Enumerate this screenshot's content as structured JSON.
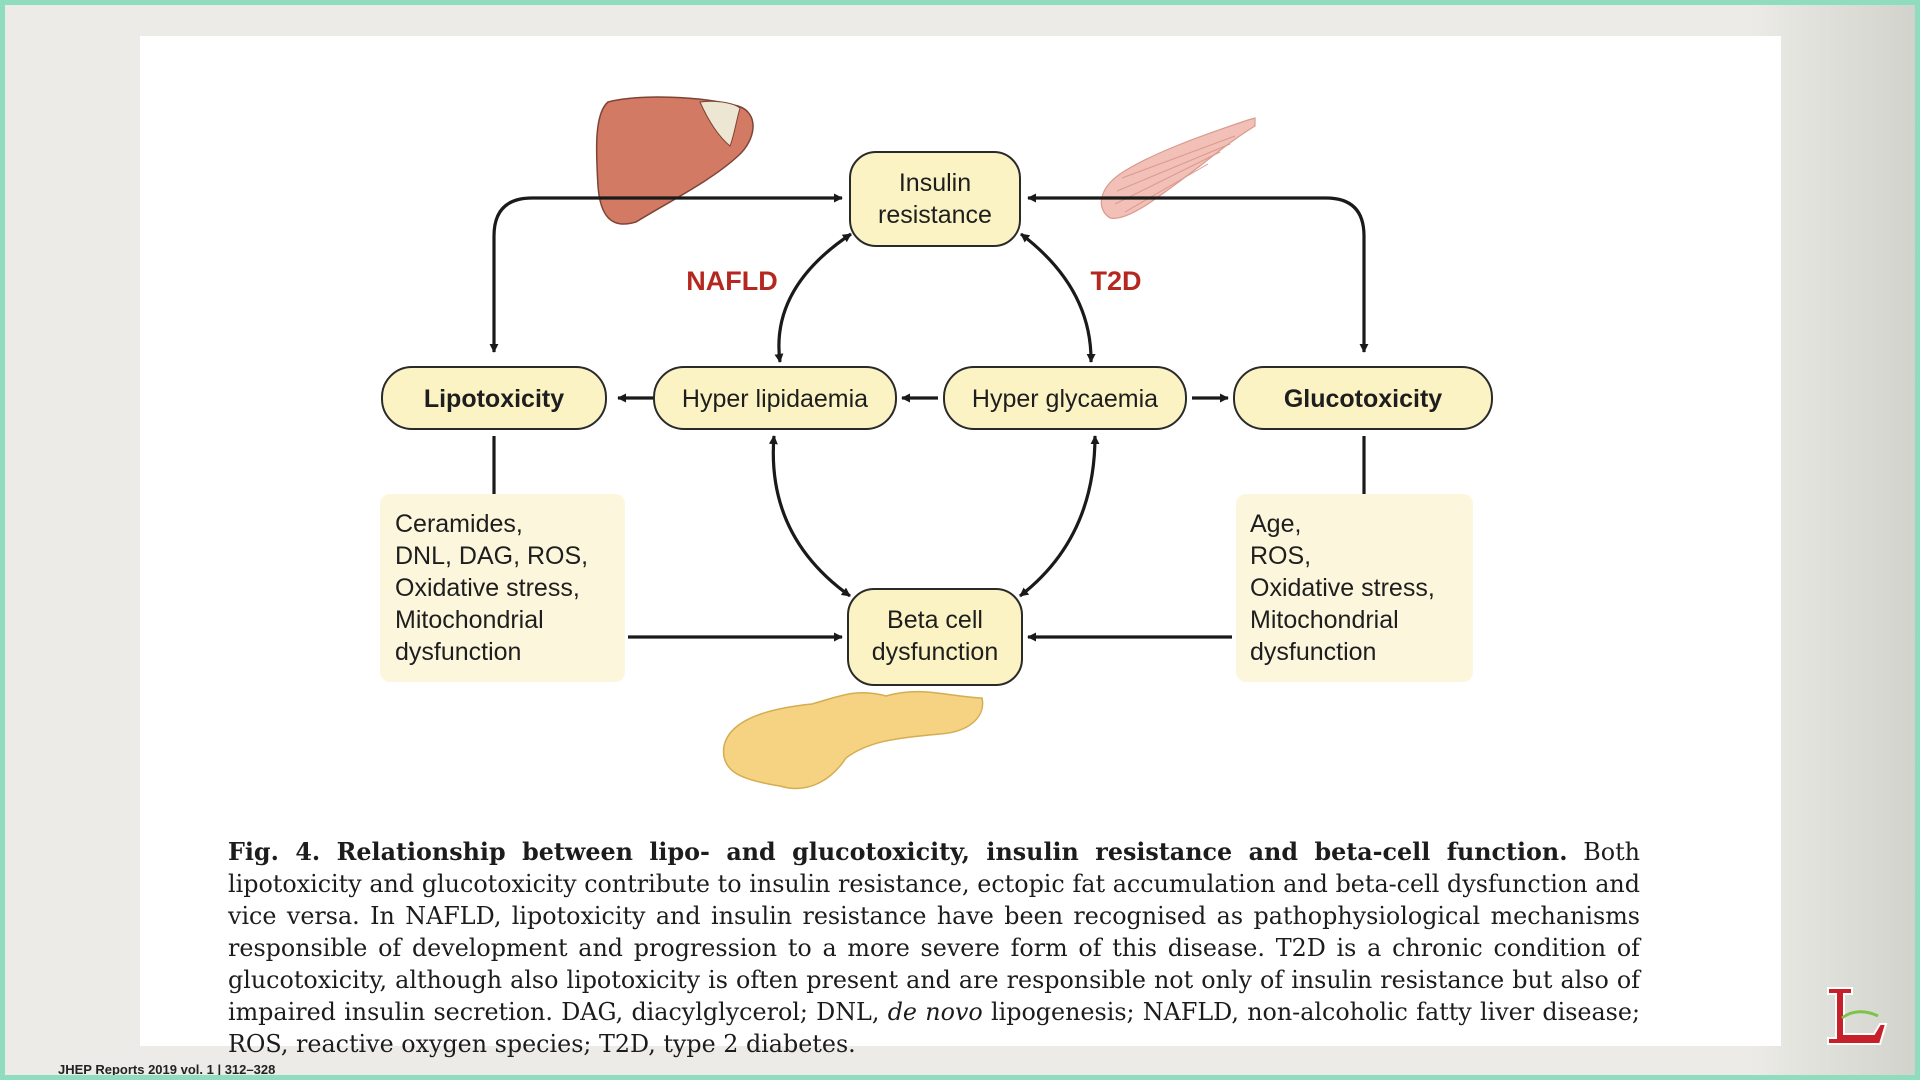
{
  "diagram": {
    "labels": {
      "nafld": "NAFLD",
      "t2d": "T2D"
    },
    "nodes": {
      "insulin_resistance": [
        "Insulin",
        "resistance"
      ],
      "lipotoxicity": "Lipotoxicity",
      "hyper_lipidaemia": "Hyper lipidaemia",
      "hyper_glycaemia": "Hyper glycaemia",
      "glucotoxicity": "Glucotoxicity",
      "beta_cell": [
        "Beta cell",
        "dysfunction"
      ]
    },
    "factor_boxes": {
      "lipo": [
        "Ceramides,",
        "DNL, DAG, ROS,",
        "Oxidative stress,",
        "Mitochondrial",
        "dysfunction"
      ],
      "gluco": [
        "Age,",
        "ROS,",
        "Oxidative stress,",
        "Mitochondrial",
        "dysfunction"
      ]
    },
    "icons": [
      "liver-icon",
      "muscle-icon",
      "pancreas-icon"
    ],
    "colors": {
      "node_fill": "#fbf3c4",
      "node_stroke": "#2a2a2a",
      "factor_fill": "#fcf6dd",
      "accent_red": "#b5281f",
      "liver": "#d27a63",
      "muscle": "#f2c0b6",
      "pancreas": "#f6d382",
      "frame_border": "#8fdcbf"
    }
  },
  "caption": {
    "lead": "Fig. 4. Relationship between lipo- and glucotoxicity, insulin resistance and beta-cell function.",
    "body_1": " Both lipotoxicity and glucotoxicity contribute to insulin resistance, ectopic fat accumulation and beta-cell dysfunction and vice versa. In NAFLD, lipotoxicity and insulin resistance have been recognised as pathophysiological mechanisms responsible of development and progression to a more severe form of this disease. T2D is a chronic condition of glucotoxicity, although also lipotoxicity is often present and are responsible not only of insulin resistance but also of impaired insulin secretion. DAG, diacylglycerol; DNL, ",
    "italic": "de novo",
    "body_2": " lipogenesis; NAFLD, non-alcoholic fatty liver disease; ROS, reactive oxygen species; T2D, type 2 diabetes."
  },
  "footer": {
    "citation": "JHEP Reports 2019 vol. 1 | 312–328"
  }
}
